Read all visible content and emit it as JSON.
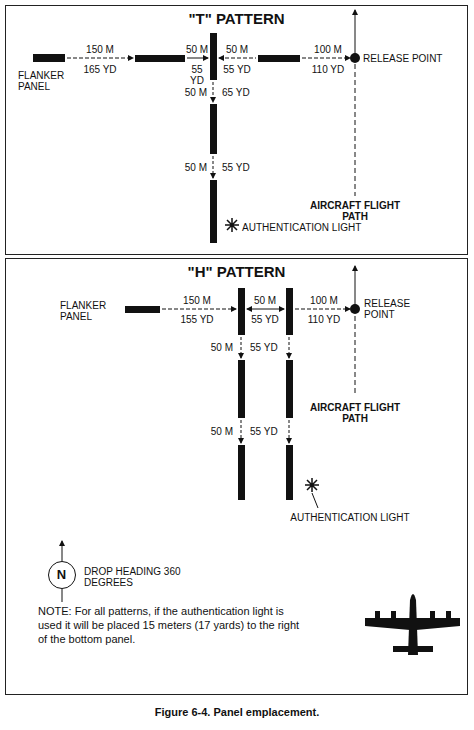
{
  "diagram": {
    "caption": "Figure 6-4. Panel emplacement.",
    "nodes": [
      {
        "text": [
          "\"T\" PATTERN"
        ]
      },
      {
        "text": [
          "\"H\" PATTERN"
        ]
      },
      {
        "text": [
          "N"
        ],
        "in": 1
      }
    ],
    "labels": [
      "150 M",
      "165 YD",
      "50 M",
      "55 YD",
      "50 M",
      "55 YD",
      "100 M",
      "110 YD",
      "RELEASE POINT",
      "FLANKER PANEL",
      "50 M",
      "65 YD",
      "50 M",
      "55 YD",
      "AIRCRAFT FLIGHT PATH",
      "AUTHENTICATION LIGHT",
      "FLANKER PANEL",
      "150 M",
      "155 YD",
      "50 M",
      "55 YD",
      "100 M",
      "110 YD",
      "RELEASE POINT",
      "50 M",
      "55 YD",
      "50 M",
      "55 YD",
      "AIRCRAFT FLIGHT PATH",
      "AUTHENTICATION LIGHT",
      "DROP HEADING 360 DEGREES",
      "NOTE: For all patterns, if the authentication light is used it will be placed 15 meters (17 yards) to the right of the bottom panel."
    ]
  }
}
